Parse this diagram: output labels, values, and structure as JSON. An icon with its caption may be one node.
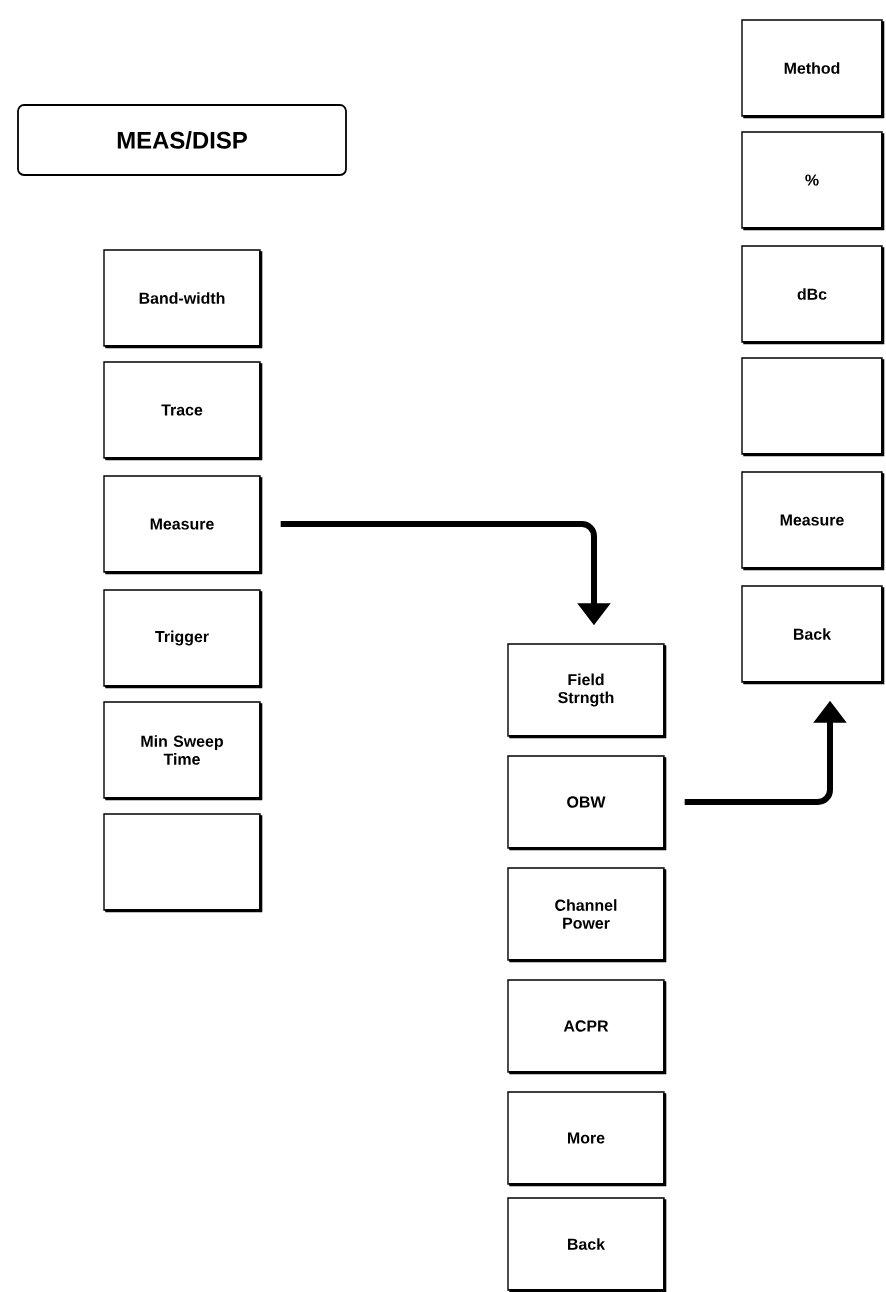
{
  "diagram": {
    "nodes": [
      {
        "text": [
          "MEAS/DISP"
        ]
      },
      {
        "text": [
          "Band-width"
        ]
      },
      {
        "text": [
          "Trace"
        ]
      },
      {
        "text": [
          "Measure"
        ]
      },
      {
        "text": [
          "Trigger"
        ]
      },
      {
        "text": [
          "Min Sweep Time"
        ]
      },
      {
        "text": [],
        "shape": "box"
      },
      {
        "text": [
          "Field Strngth"
        ]
      },
      {
        "text": [
          "OBW"
        ]
      },
      {
        "text": [
          "Channel Power"
        ]
      },
      {
        "text": [
          "ACPR"
        ]
      },
      {
        "text": [
          "More"
        ]
      },
      {
        "text": [
          "Back"
        ]
      },
      {
        "text": [
          "Method"
        ]
      },
      {
        "text": [
          "%"
        ]
      },
      {
        "text": [
          "dBc"
        ]
      },
      {
        "text": [],
        "shape": "box"
      },
      {
        "text": [
          "Measure"
        ]
      },
      {
        "text": [
          "Back"
        ]
      }
    ],
    "edges": [
      {
        "from": 3,
        "to": 7,
        "arrow": "to"
      },
      {
        "from": 8,
        "to": 18,
        "arrow": "to"
      }
    ]
  }
}
